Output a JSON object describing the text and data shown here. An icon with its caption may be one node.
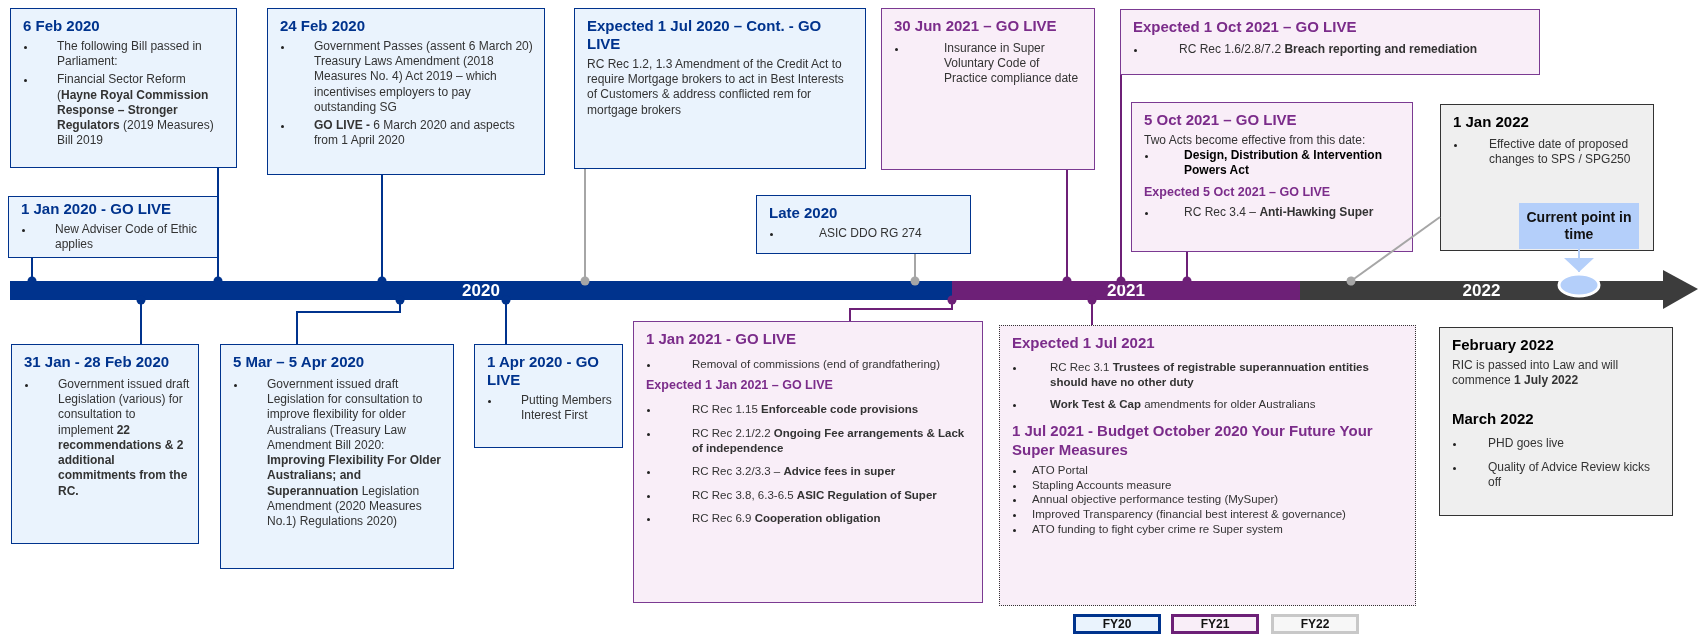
{
  "diagram": {
    "nodes": [
      {
        "text": [
          "6 Feb 2020",
          "The following Bill passed in Parliament:",
          "Financial Sector Reform (**Hayne Royal Commission Response – Stronger Regulators** (2019 Measures) Bill 2019"
        ]
      },
      {
        "text": [
          "1 Jan 2020 - GO LIVE",
          "New Adviser Code of Ethic applies"
        ]
      },
      {
        "text": [
          "24 Feb 2020",
          "Government Passes (assent 6 March 20) Treasury Laws Amendment (2018 Measures No. 4) Act 2019 – which incentivises employers to pay outstanding SG",
          "**GO LIVE -** 6 March 2020 and aspects from 1 April 2020"
        ]
      },
      {
        "text": [
          "Expected 1 Jul 2020 – Cont. - GO LIVE",
          "RC Rec 1.2, 1.3 Amendment of the Credit Act to require Mortgage brokers to act in Best Interests of Customers & address conflicted rem for mortgage brokers"
        ]
      },
      {
        "text": [
          "30 Jun 2021 – GO LIVE",
          "Insurance in Super Voluntary Code of Practice compliance date"
        ]
      },
      {
        "text": [
          "Late 2020",
          "ASIC DDO RG 274"
        ]
      },
      {
        "text": [
          "Expected 1 Oct 2021 – GO LIVE",
          "RC Rec 1.6/2.8/7.2 **Breach reporting and remediation**"
        ]
      },
      {
        "text": [
          "5 Oct 2021 – GO LIVE",
          "Two Acts become effective from this date:",
          "Design, Distribution & Intervention Powers Act",
          "Expected 5 Oct 2021 – GO LIVE",
          "RC Rec 3.4 – **Anti-Hawking Super**"
        ]
      },
      {
        "text": [
          "1 Jan 2022",
          "Effective date of proposed changes to SPS / SPG250"
        ]
      },
      {
        "text": [
          "Current point in time"
        ],
        "in": 8
      },
      {
        "text": [],
        "shape": "circle"
      },
      {
        "text": [
          "2020"
        ]
      },
      {
        "text": [
          "2021"
        ]
      },
      {
        "text": [
          "2022"
        ]
      },
      {
        "text": [
          "31 Jan - 28 Feb 2020",
          "Government issued draft Legislation (various) for consultation to implement **22 recommendations & 2 additional commitments from the RC.**"
        ]
      },
      {
        "text": [
          "5 Mar – 5 Apr 2020",
          "Government issued draft Legislation for consultation to improve flexibility for older Australians (Treasury Law Amendment Bill 2020: **Improving Flexibility For Older Australians; and Superannuation** Legislation Amendment (2020 Measures No.1) Regulations 2020)"
        ]
      },
      {
        "text": [
          "1 Apr 2020 - GO LIVE",
          "Putting Members Interest First"
        ]
      },
      {
        "text": [
          "1 Jan 2021 - GO LIVE",
          "Removal of commissions (end of grandfathering)",
          "Expected 1 Jan 2021 – GO LIVE",
          "RC Rec 1.15 **Enforceable code provisions**",
          "RC Rec 2.1/2.2 **Ongoing Fee arrangements & Lack of independence**",
          "RC Rec 3.2/3.3 – **Advice fees in super**",
          "RC Rec 3.8, 6.3-6.5 **ASIC Regulation of Super**",
          "RC Rec 6.9 **Cooperation obligation**"
        ]
      },
      {
        "text": [
          "Expected 1 Jul 2021",
          "RC Rec 3.1 **Trustees of registrable superannuation entities should have no other duty**",
          "**Work Test & Cap** amendments for older Australians",
          "1 Jul 2021 - Budget October 2020 Your Future Your Super Measures",
          "ATO Portal",
          "Stapling Accounts measure",
          "Annual objective performance testing (MySuper)",
          "Improved Transparency (financial best interest & governance)",
          "ATO funding to fight cyber crime re Super system"
        ]
      },
      {
        "text": [
          "February 2022",
          "RIC is passed into Law and will commence **1 July 2022**",
          "March 2022",
          "PHD goes live",
          "Quality of Advice Review kicks off"
        ]
      }
    ],
    "edges": [
      {
        "from": 0,
        "to": 11,
        "arrow": "other"
      },
      {
        "from": 1,
        "to": 11,
        "arrow": "other"
      },
      {
        "from": 2,
        "to": 11,
        "arrow": "other"
      },
      {
        "from": 3,
        "to": 11,
        "arrow": "other",
        "color": "#a6a6a6"
      },
      {
        "from": 5,
        "to": 11,
        "arrow": "other",
        "color": "#a6a6a6"
      },
      {
        "from": 4,
        "to": 12,
        "arrow": "other",
        "color": "#6d2077"
      },
      {
        "from": 6,
        "to": 12,
        "arrow": "other",
        "color": "#6d2077"
      },
      {
        "from": 7,
        "to": 12,
        "arrow": "other",
        "color": "#6d2077"
      },
      {
        "from": 8,
        "to": 13,
        "arrow": "other",
        "color": "#a6a6a6"
      },
      {
        "from": 9,
        "to": 10,
        "arrow": "to",
        "color": "#b4cffa"
      },
      {
        "from": 14,
        "to": 11,
        "arrow": "other"
      },
      {
        "from": 15,
        "to": 11,
        "arrow": "other"
      },
      {
        "from": 16,
        "to": 11,
        "arrow": "other"
      },
      {
        "from": 17,
        "to": 12,
        "arrow": "other",
        "color": "#6d2077"
      },
      {
        "from": 18,
        "to": 12,
        "arrow": "other",
        "color": "#6d2077"
      }
    ],
    "legend": [
      {
        "text": "FY20",
        "color": "#eaf3fd"
      },
      {
        "text": "FY21",
        "color": "#f9eef8"
      },
      {
        "text": "FY22",
        "color": "#f7f7f7"
      }
    ]
  }
}
